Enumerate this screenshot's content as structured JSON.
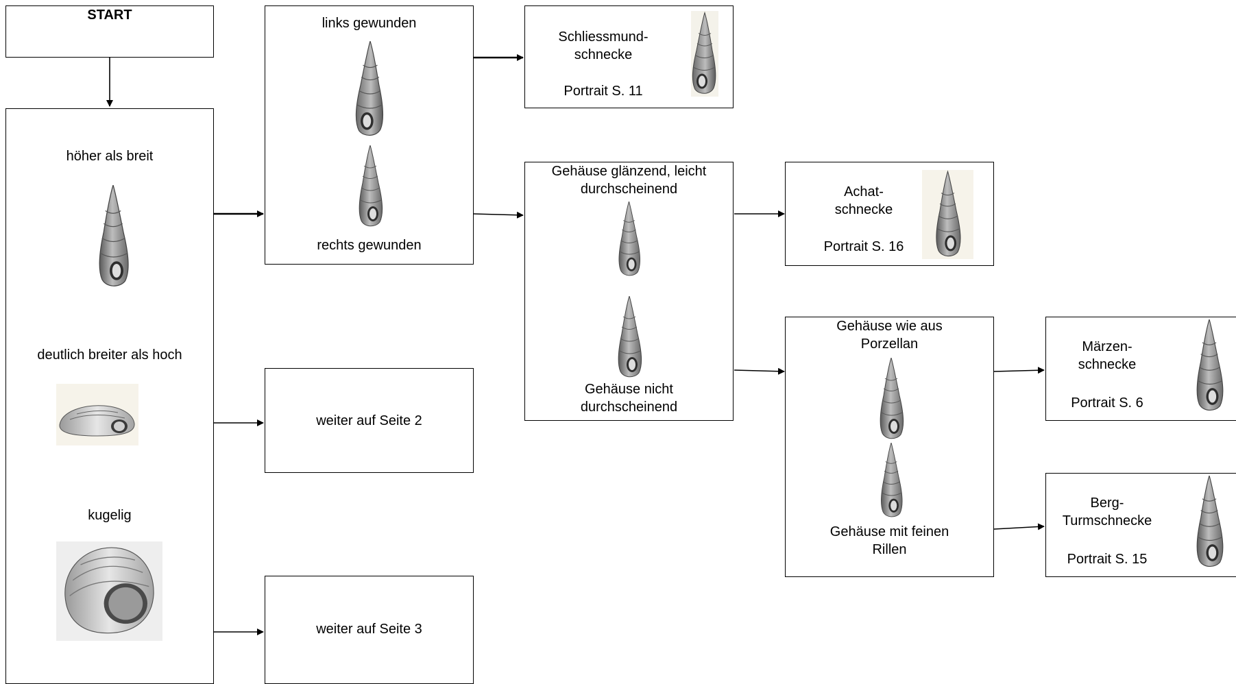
{
  "start": {
    "label": "START"
  },
  "first_question": {
    "option_tall": "höher als breit",
    "option_wide": "deutlich breiter als hoch",
    "option_round": "kugelig"
  },
  "coiling": {
    "left": "links gewunden",
    "right": "rechts gewunden"
  },
  "continue_page2": "weiter auf Seite 2",
  "continue_page3": "weiter auf Seite 3",
  "result_schliessmund": {
    "name_line1": "Schliessmund-",
    "name_line2": "schnecke",
    "portrait": "Portrait S. 11"
  },
  "shine": {
    "glossy_line1": "Gehäuse glänzend, leicht",
    "glossy_line2": "durchscheinend",
    "opaque_line1": "Gehäuse nicht",
    "opaque_line2": "durchscheinend"
  },
  "result_achat": {
    "name_line1": "Achat-",
    "name_line2": "schnecke",
    "portrait": "Portrait S. 16"
  },
  "surface": {
    "porcelain_line1": "Gehäuse wie aus",
    "porcelain_line2": "Porzellan",
    "grooves_line1": "Gehäuse mit feinen",
    "grooves_line2": "Rillen"
  },
  "result_maerzen": {
    "name_line1": "Märzen-",
    "name_line2": "schnecke",
    "portrait": "Portrait S. 6"
  },
  "result_berg": {
    "name_line1": "Berg-",
    "name_line2": "Turmschnecke",
    "portrait": "Portrait S. 15"
  }
}
